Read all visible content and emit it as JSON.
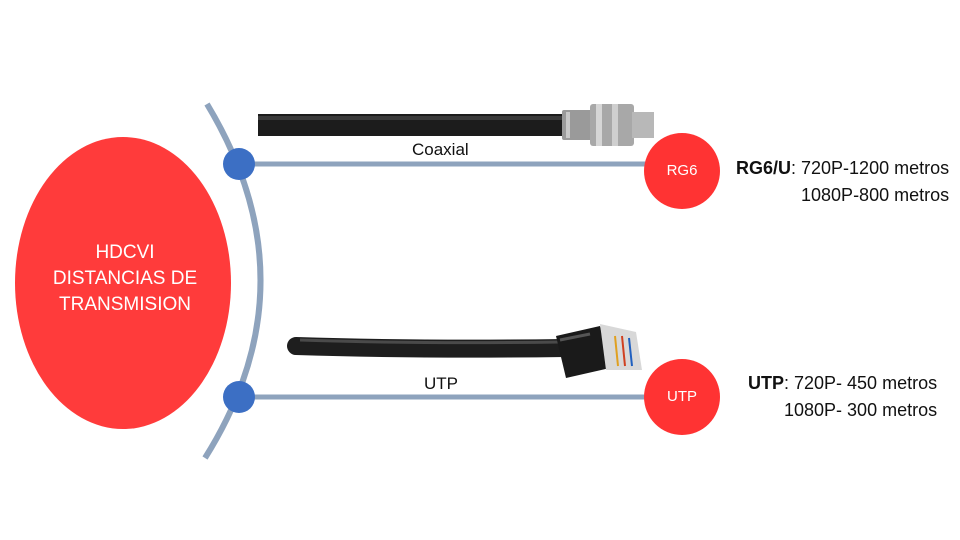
{
  "hub": {
    "lines": [
      "HDCVI",
      "DISTANCIAS  DE",
      "TRANSMISION"
    ]
  },
  "links": [
    {
      "cable_label": "Coaxial",
      "node_label": "RG6",
      "spec_name": "RG6/U",
      "spec_line1": ": 720P-1200 metros",
      "spec_line2": "1080P-800 metros"
    },
    {
      "cable_label": "UTP",
      "node_label": "UTP",
      "spec_name": "UTP",
      "spec_line1": ": 720P- 450 metros",
      "spec_line2": "1080P- 300 metros"
    }
  ],
  "colors": {
    "hub": "#ff3b3b",
    "node": "#ff3333",
    "connector_line": "#8ea3bd",
    "junction": "#3c6fc4",
    "cable": "#1c1c1c"
  }
}
